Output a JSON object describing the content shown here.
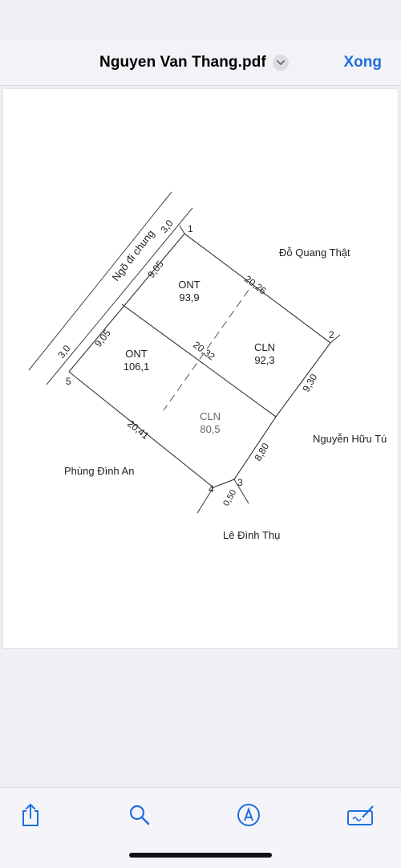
{
  "nav": {
    "title": "Nguyen Van Thang.pdf",
    "done_label": "Xong"
  },
  "document": {
    "neighbors": {
      "north_east": "Đỗ Quang Thật",
      "east": "Nguyễn Hữu Tú",
      "south_west": "Phùng Đình An",
      "south": "Lê Đình Thụ"
    },
    "road_label": "Ngõ đi chung",
    "road_width_top": "3,0",
    "road_width_bottom": "3,0",
    "corner_points": [
      "1",
      "2",
      "3",
      "4",
      "5"
    ],
    "edge_lengths": {
      "edge_1_2": "20,26",
      "edge_2_3": "9,30",
      "edge_3_4": "0,50",
      "edge_3_side": "8,80",
      "edge_4_5": "20,41",
      "edge_5_1_upper": "9,05",
      "edge_5_1_lower": "9,05",
      "middle_line": "20,32"
    },
    "parcels": [
      {
        "type": "ONT",
        "area": "93,9"
      },
      {
        "type": "CLN",
        "area": "92,3"
      },
      {
        "type": "ONT",
        "area": "106,1"
      },
      {
        "type": "CLN",
        "area": "80,5"
      }
    ]
  },
  "toolbar": {
    "items": [
      "share-icon",
      "search-icon",
      "markup-icon",
      "sign-icon"
    ]
  },
  "colors": {
    "accent": "#1f6fe0",
    "background": "#efeff4",
    "page": "#ffffff"
  }
}
